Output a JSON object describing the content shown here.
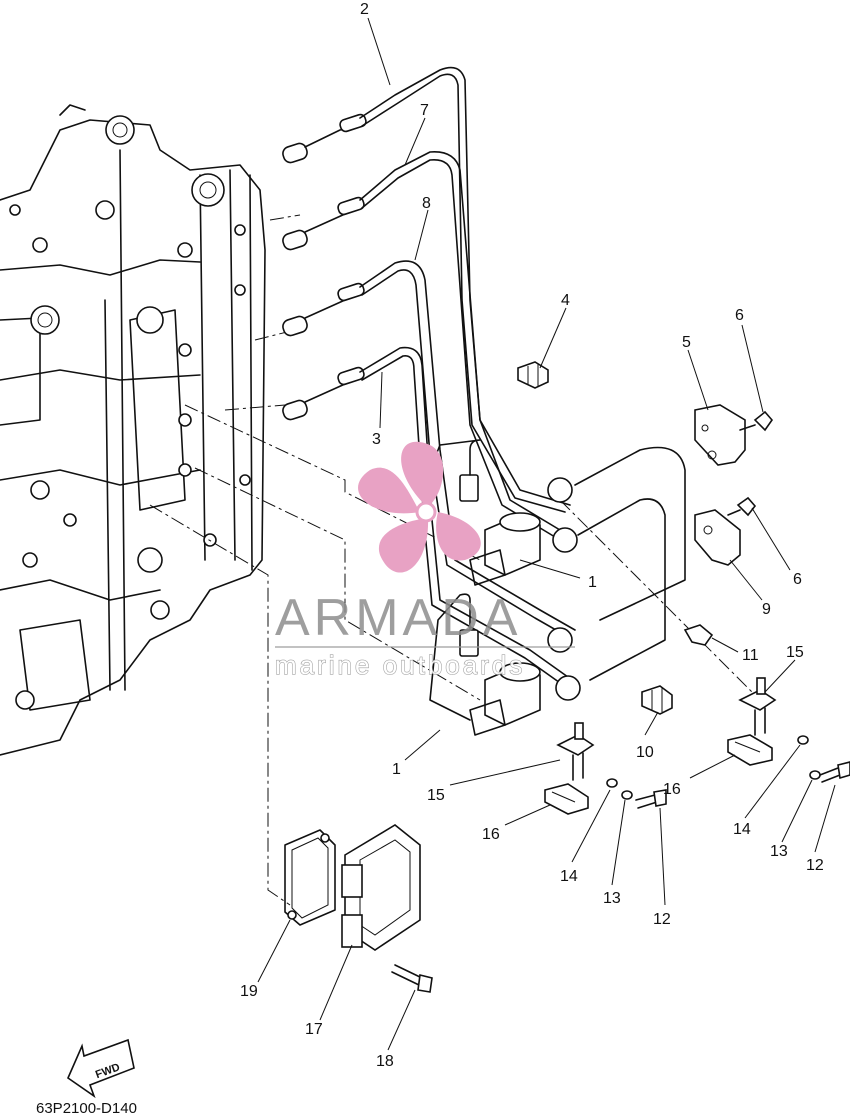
{
  "diagram": {
    "code": "63P2100-D140",
    "fwd_label": "FWD",
    "watermark": {
      "title": "ARMADA",
      "subtitle": "marine outboards",
      "logo_color": "#e8a2c4",
      "text_color": "#8e8e8e"
    },
    "callouts": [
      {
        "id": "c2a",
        "label": "2"
      },
      {
        "id": "c7",
        "label": "7"
      },
      {
        "id": "c8",
        "label": "8"
      },
      {
        "id": "c3",
        "label": "3"
      },
      {
        "id": "c4",
        "label": "4"
      },
      {
        "id": "c5",
        "label": "5"
      },
      {
        "id": "c6a",
        "label": "6"
      },
      {
        "id": "c6b",
        "label": "6"
      },
      {
        "id": "c9",
        "label": "9"
      },
      {
        "id": "c1a",
        "label": "1"
      },
      {
        "id": "c1b",
        "label": "1"
      },
      {
        "id": "c11",
        "label": "11"
      },
      {
        "id": "c15a",
        "label": "15"
      },
      {
        "id": "c15b",
        "label": "15"
      },
      {
        "id": "c10",
        "label": "10"
      },
      {
        "id": "c16a",
        "label": "16"
      },
      {
        "id": "c16b",
        "label": "16"
      },
      {
        "id": "c14a",
        "label": "14"
      },
      {
        "id": "c14b",
        "label": "14"
      },
      {
        "id": "c13a",
        "label": "13"
      },
      {
        "id": "c13b",
        "label": "13"
      },
      {
        "id": "c12a",
        "label": "12"
      },
      {
        "id": "c12b",
        "label": "12"
      },
      {
        "id": "c19",
        "label": "19"
      },
      {
        "id": "c17",
        "label": "17"
      },
      {
        "id": "c18",
        "label": "18"
      }
    ]
  }
}
